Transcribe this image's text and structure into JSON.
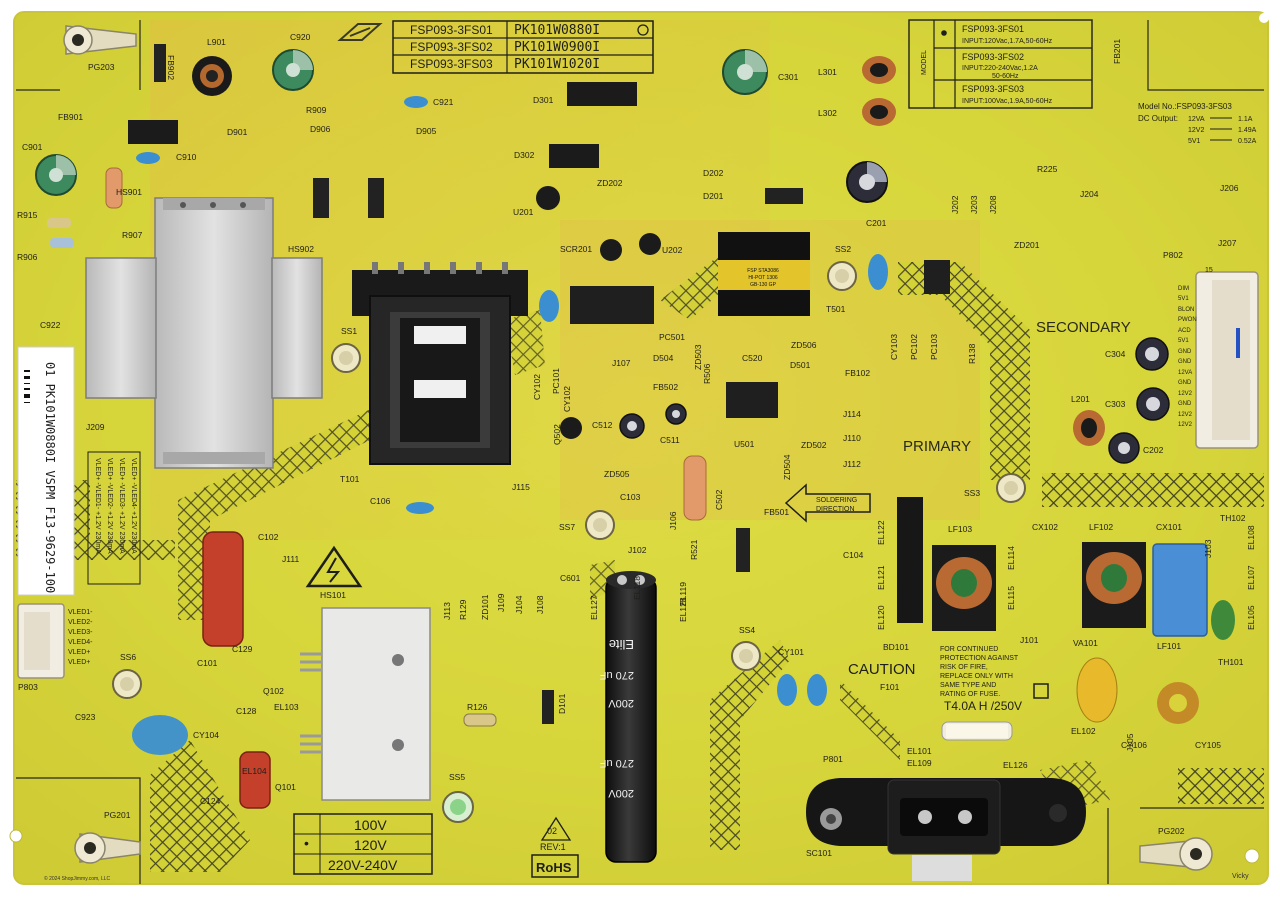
{
  "colors": {
    "board": "#d7d83a",
    "board_light": "#e4e25a",
    "silk": "#1f1f1a",
    "copper": "#c8b52e",
    "hatch": "#3a3a20",
    "cap_red": "#c4402a",
    "cap_blue": "#3b8fd0",
    "heatsink": "#cfcfcf",
    "film_cap": "#4a8fd6",
    "electrolytic": "#1b1b1b"
  },
  "top_model_table": [
    {
      "model": "FSP093-3FS01",
      "part": "PK101W0880I"
    },
    {
      "model": "FSP093-3FS02",
      "part": "PK101W0900I"
    },
    {
      "model": "FSP093-3FS03",
      "part": "PK101W1020I"
    }
  ],
  "right_model_table": {
    "header": "MODEL",
    "rows": [
      {
        "model": "FSP093-3FS01",
        "input": "INPUT:120Vac,1.7A,50-60Hz"
      },
      {
        "model": "FSP093-3FS02",
        "input": "INPUT:220-240Vac,1.2A",
        "input2": "50-60Hz"
      },
      {
        "model": "FSP093-3FS03",
        "input": "INPUT:100Vac,1.9A,50-60Hz"
      }
    ]
  },
  "model_info": {
    "model_no": "Model No.:FSP093-3FS03",
    "dc_output": "DC Output:",
    "rows": [
      {
        "v": "12VA",
        "a": "1.1A"
      },
      {
        "v": "12V2",
        "a": "1.49A"
      },
      {
        "v": "5V1",
        "a": "0.52A"
      }
    ]
  },
  "connector_pins": [
    "DIM",
    "5V1",
    "BLON",
    "PWON",
    "ACD",
    "5V1",
    "GND",
    "GND",
    "12VA",
    "GND",
    "12V2",
    "GND",
    "12V2",
    "12V2"
  ],
  "connector_number": "15",
  "side_sticker": "01 PK101W0880I VSPM F13-9629-100",
  "vled_labels": [
    "VLED1-",
    "VLED2-",
    "VLED3-",
    "VLED4-",
    "VLED+",
    "VLED+"
  ],
  "vled_block": [
    "VLED+ -VLED1- +1.2V 230mA",
    "VLED+ -VLED2- +1.2V 230mA",
    "VLED+ -VLED3- +1.2V 230mA",
    "VLED+ -VLED4- +1.2V 230mA"
  ],
  "voltage_table": [
    {
      "mark": "",
      "v": "100V"
    },
    {
      "mark": "•",
      "v": "120V"
    },
    {
      "mark": "",
      "v": "220V-240V"
    }
  ],
  "rev": {
    "num": "02",
    "label": "REV:1"
  },
  "rohs": "RoHS",
  "secondary": "SECONDARY",
  "primary": "PRIMARY",
  "soldering_direction": [
    "SOLDERING",
    "DIRECTION"
  ],
  "caution": {
    "title": "CAUTION",
    "lines": [
      "FOR CONTINUED",
      "PROTECTION AGAINST",
      "RISK OF FIRE,",
      "REPLACE ONLY WITH",
      "SAME TYPE AND",
      "RATING OF FUSE."
    ],
    "fuse": "T4.0A H /250V"
  },
  "big_cap": {
    "brand": "Elite",
    "value": "270 uF",
    "voltage": "200V"
  },
  "transformer_label": [
    "FSP STA3086",
    "HI-POT 1306",
    "GB-130 GP"
  ],
  "copyright": "© 2024 ShopJimmy.com, LLC",
  "signature": "Vicky",
  "designators": [
    "PG203",
    "FB902",
    "L901",
    "C920",
    "R909",
    "C921",
    "D301",
    "C301",
    "L301",
    "L302",
    "FB201",
    "FB901",
    "D901",
    "C901",
    "C910",
    "D906",
    "D905",
    "D302",
    "ZD202",
    "U201",
    "D202",
    "D201",
    "C201",
    "R225",
    "J204",
    "J206",
    "J202",
    "J203",
    "J208",
    "ZD201",
    "J207",
    "P802",
    "R915",
    "R907",
    "HS901",
    "R906",
    "HS902",
    "C922",
    "SS1",
    "SCR201",
    "U202",
    "SS2",
    "T501",
    "J209",
    "PC501",
    "D504",
    "C520",
    "ZD506",
    "D501",
    "PC103",
    "R138",
    "CY103",
    "PC102",
    "PC101",
    "CY102",
    "J107",
    "FB502",
    "R506",
    "ZD503",
    "FB102",
    "J114",
    "U501",
    "ZD502",
    "J110",
    "J112",
    "C304",
    "C303",
    "L201",
    "C202",
    "Q502",
    "C512",
    "C511",
    "ZD504",
    "ZD505",
    "C502",
    "J106",
    "T101",
    "J115",
    "C103",
    "FB501",
    "SS3",
    "C106",
    "SS7",
    "J102",
    "C601",
    "R521",
    "EL118",
    "EL119",
    "EL127",
    "EL128",
    "C104",
    "EL122",
    "EL121",
    "EL120",
    "BD101",
    "LF103",
    "CX102",
    "LF102",
    "CX101",
    "TH102",
    "EL107",
    "EL108",
    "J103",
    "EL105",
    "LF101",
    "TH101",
    "VA101",
    "J101",
    "EL114",
    "EL115",
    "C102",
    "J111",
    "HS101",
    "J113",
    "R129",
    "ZD101",
    "J109",
    "J104",
    "J108",
    "SS4",
    "CY101",
    "CY102",
    "F101",
    "C101",
    "C129",
    "Q102",
    "EL103",
    "R126",
    "D101",
    "C128",
    "CY104",
    "EL104",
    "Q101",
    "C124",
    "SS5",
    "SS6",
    "C923",
    "P803",
    "PG201",
    "PG202",
    "P801",
    "EL101",
    "EL109",
    "EL126",
    "SC101",
    "CY106",
    "CY105",
    "J105",
    "EL102"
  ]
}
